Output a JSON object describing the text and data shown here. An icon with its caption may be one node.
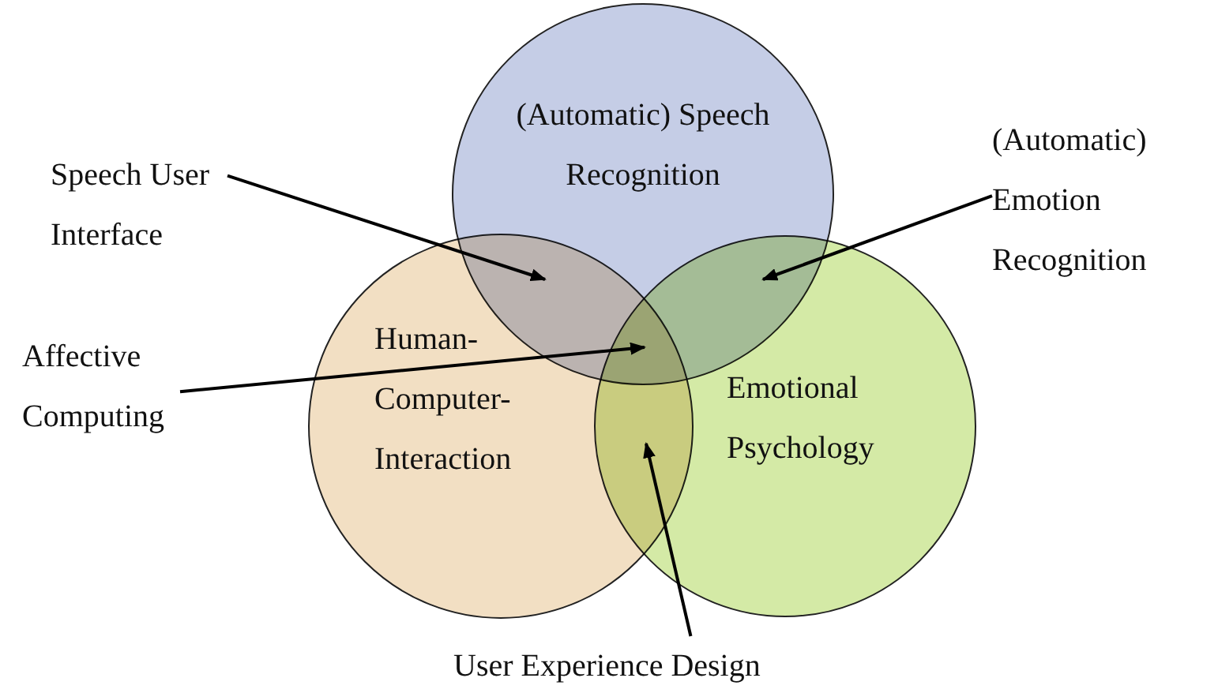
{
  "diagram": {
    "nodes": [
      {
        "text": [
          "(Automatic) Speech Recognition"
        ]
      },
      {
        "text": [
          "Human-Computer-Interaction"
        ]
      },
      {
        "text": [
          "Emotional Psychology"
        ]
      },
      {
        "text": [
          "Speech User Interface"
        ]
      },
      {
        "text": [
          "(Automatic) Emotion Recognition"
        ]
      },
      {
        "text": [
          "Affective Computing"
        ]
      },
      {
        "text": [
          "User Experience Design"
        ]
      }
    ],
    "edges": [
      {
        "from": 3,
        "to": 0,
        "arrow": "to"
      },
      {
        "from": 4,
        "to": 0,
        "arrow": "to"
      },
      {
        "from": 5,
        "to": 0,
        "arrow": "to"
      },
      {
        "from": 6,
        "to": 2,
        "arrow": "to"
      }
    ]
  }
}
